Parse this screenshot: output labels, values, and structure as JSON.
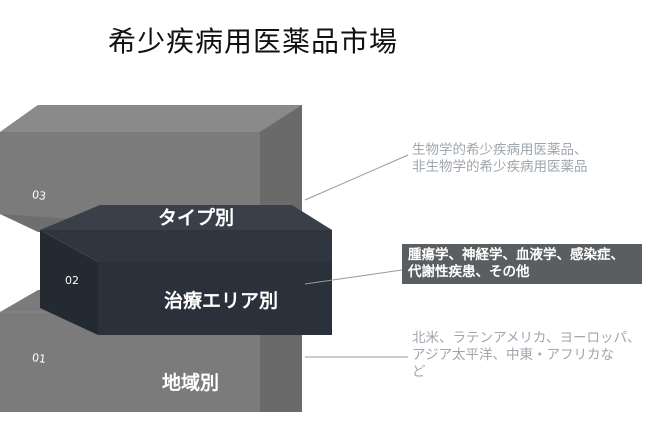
{
  "title": "希少疾病用医薬品市場",
  "layers": [
    {
      "number": "03",
      "label": "タイプ別",
      "description": [
        "生物学的希少疾病用医薬品、",
        "非生物学的希少疾病用医薬品"
      ]
    },
    {
      "number": "02",
      "label": "治療エリア別",
      "description": [
        "腫瘍学、神経学、血液学、感染症、",
        "代謝性疾患、その他"
      ]
    },
    {
      "number": "01",
      "label": "地域別",
      "description": [
        "北米、ラテンアメリカ、ヨーロッパ、",
        "アジア太平洋、中東・アフリカな",
        "ど"
      ]
    }
  ],
  "colors": {
    "gray_layer": "#7b7b7b",
    "dark_layer": "#2a313a",
    "highlight_box": "#5b5e60",
    "light_text": "#9fa6ac"
  }
}
